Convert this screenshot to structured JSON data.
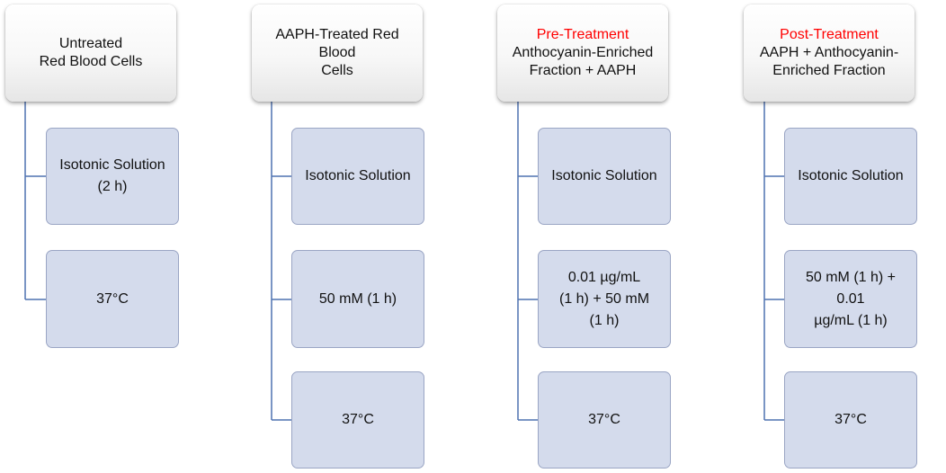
{
  "colors": {
    "step_fill": "#d4dbec",
    "step_border": "#9aa5c4",
    "connector": "#4f72b0",
    "tag_red": "#ff0000"
  },
  "groups": [
    {
      "header": {
        "tag": "",
        "text": "Untreated\nRed Blood Cells"
      },
      "steps": [
        "Isotonic Solution\n(2 h)",
        "37°C"
      ]
    },
    {
      "header": {
        "tag": "",
        "text": "AAPH-Treated Red Blood\nCells"
      },
      "steps": [
        "Isotonic Solution",
        "50 mM (1 h)",
        "37°C"
      ]
    },
    {
      "header": {
        "tag": "Pre-Treatment",
        "text": "Anthocyanin-Enriched\nFraction + AAPH"
      },
      "steps": [
        "Isotonic Solution",
        "0.01 µg/mL\n(1 h) + 50 mM\n(1 h)",
        "37°C"
      ]
    },
    {
      "header": {
        "tag": "Post-Treatment",
        "text": "AAPH + Anthocyanin-\nEnriched Fraction"
      },
      "steps": [
        "Isotonic Solution",
        "50 mM (1 h) + 0.01\nµg/mL (1 h)",
        "37°C"
      ]
    }
  ]
}
